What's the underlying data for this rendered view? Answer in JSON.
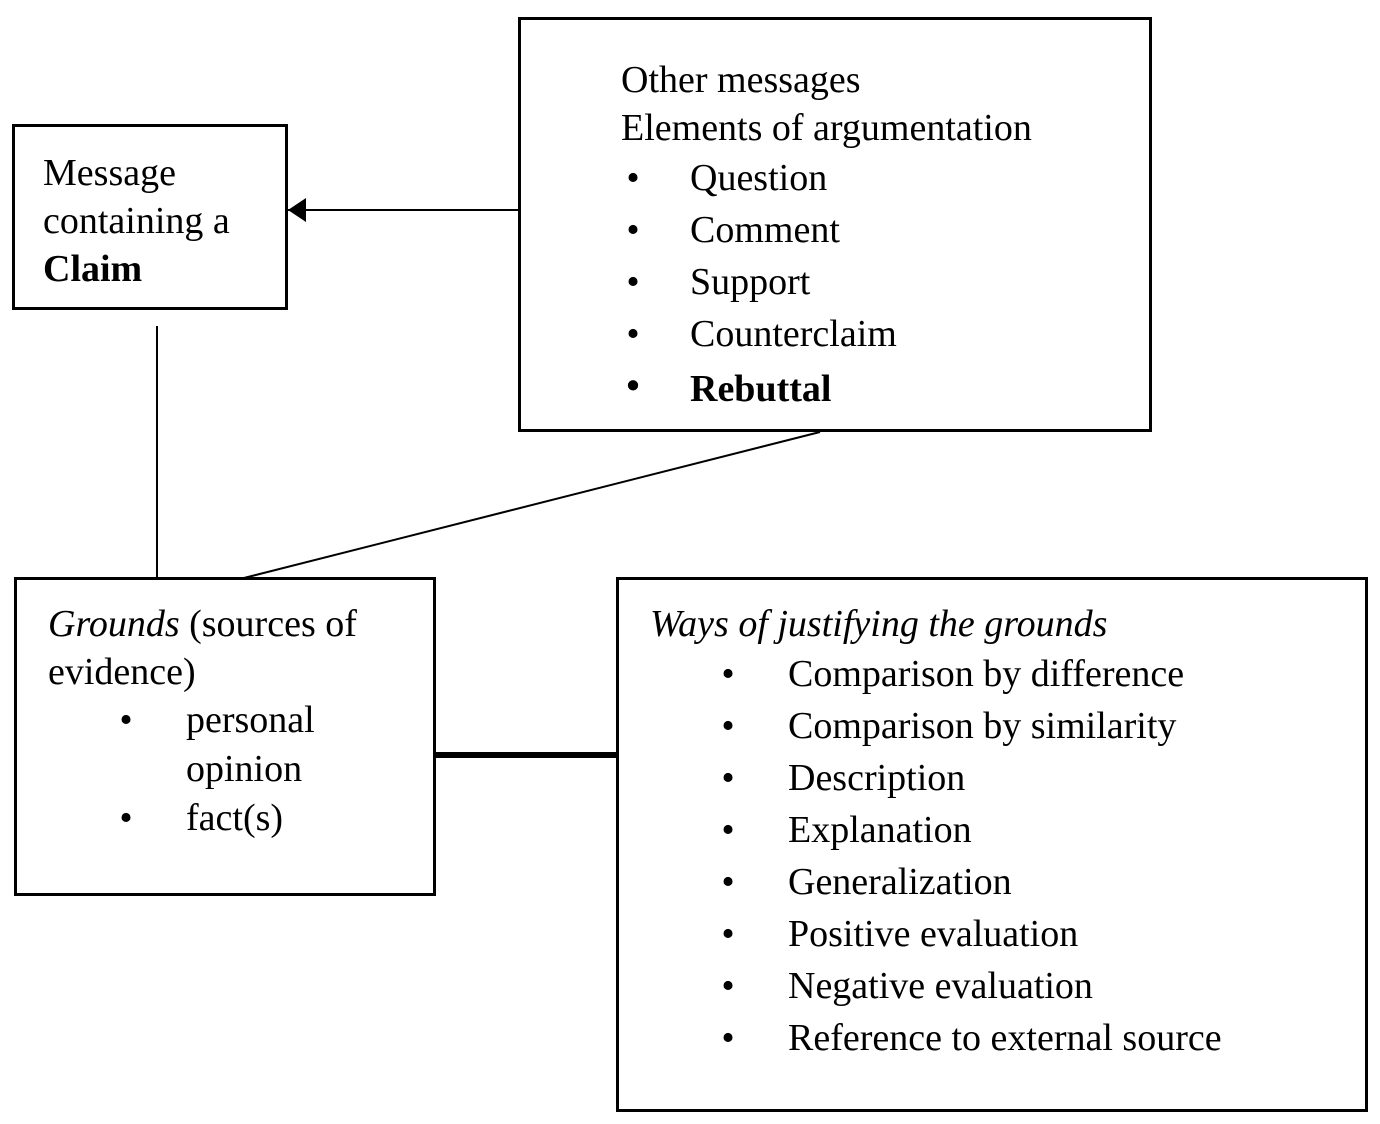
{
  "claim_box": {
    "line1": "Message",
    "line2": "containing a",
    "line3": "Claim"
  },
  "other_box": {
    "title": "Other messages",
    "subtitle": "Elements of argumentation",
    "items": [
      {
        "label": "Question",
        "bold": false
      },
      {
        "label": "Comment",
        "bold": false
      },
      {
        "label": "Support",
        "bold": false
      },
      {
        "label": "Counterclaim",
        "bold": false
      },
      {
        "label": "Rebuttal",
        "bold": true
      }
    ]
  },
  "grounds_box": {
    "title_italic": "Grounds",
    "title_rest": " (sources of",
    "title_line2": "evidence)",
    "items": [
      {
        "label": "personal opinion"
      },
      {
        "label": "fact(s)"
      }
    ]
  },
  "ways_box": {
    "title": "Ways of justifying the grounds",
    "items": [
      {
        "label": "Comparison by difference"
      },
      {
        "label": "Comparison by similarity"
      },
      {
        "label": "Description"
      },
      {
        "label": "Explanation"
      },
      {
        "label": "Generalization"
      },
      {
        "label": "Positive evaluation"
      },
      {
        "label": "Negative evaluation"
      },
      {
        "label": "Reference to external source"
      }
    ]
  },
  "bullet_glyph": "•"
}
